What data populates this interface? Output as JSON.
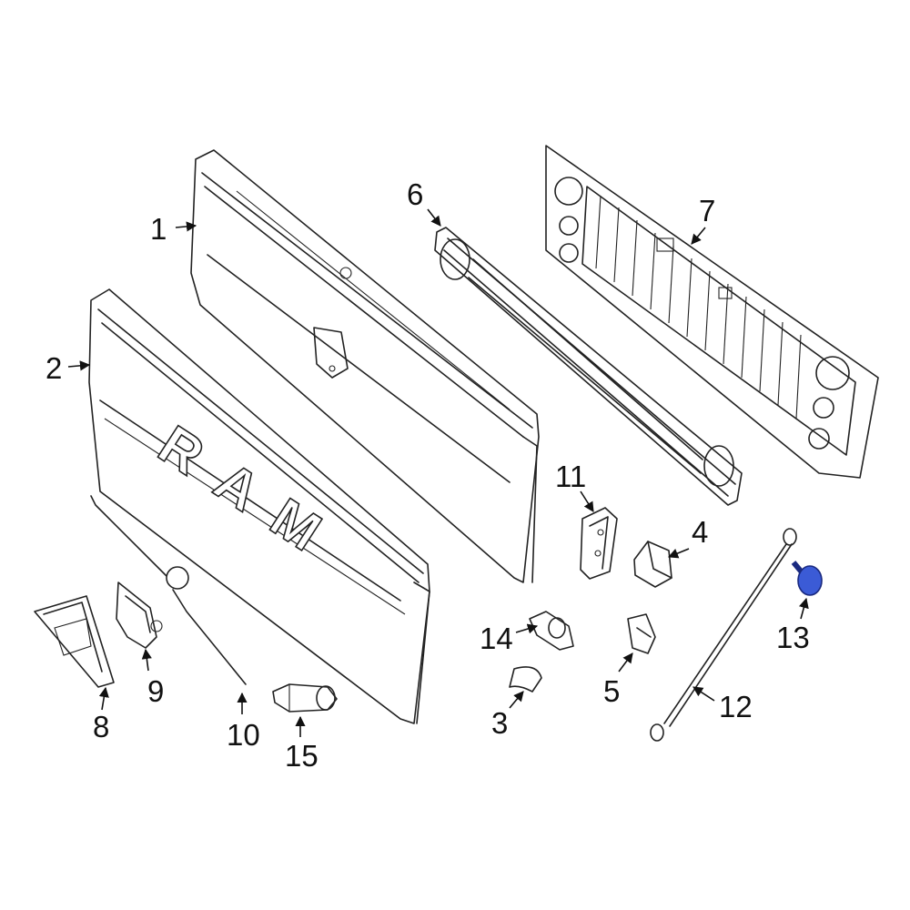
{
  "diagram": {
    "highlight_color": "#3b5bd6",
    "callouts": [
      {
        "id": "1",
        "label": "1"
      },
      {
        "id": "2",
        "label": "2"
      },
      {
        "id": "3",
        "label": "3"
      },
      {
        "id": "4",
        "label": "4"
      },
      {
        "id": "5",
        "label": "5"
      },
      {
        "id": "6",
        "label": "6"
      },
      {
        "id": "7",
        "label": "7"
      },
      {
        "id": "8",
        "label": "8"
      },
      {
        "id": "9",
        "label": "9"
      },
      {
        "id": "10",
        "label": "10"
      },
      {
        "id": "11",
        "label": "11"
      },
      {
        "id": "12",
        "label": "12"
      },
      {
        "id": "13",
        "label": "13"
      },
      {
        "id": "14",
        "label": "14"
      },
      {
        "id": "15",
        "label": "15"
      }
    ],
    "emblem_text": "RAM"
  }
}
